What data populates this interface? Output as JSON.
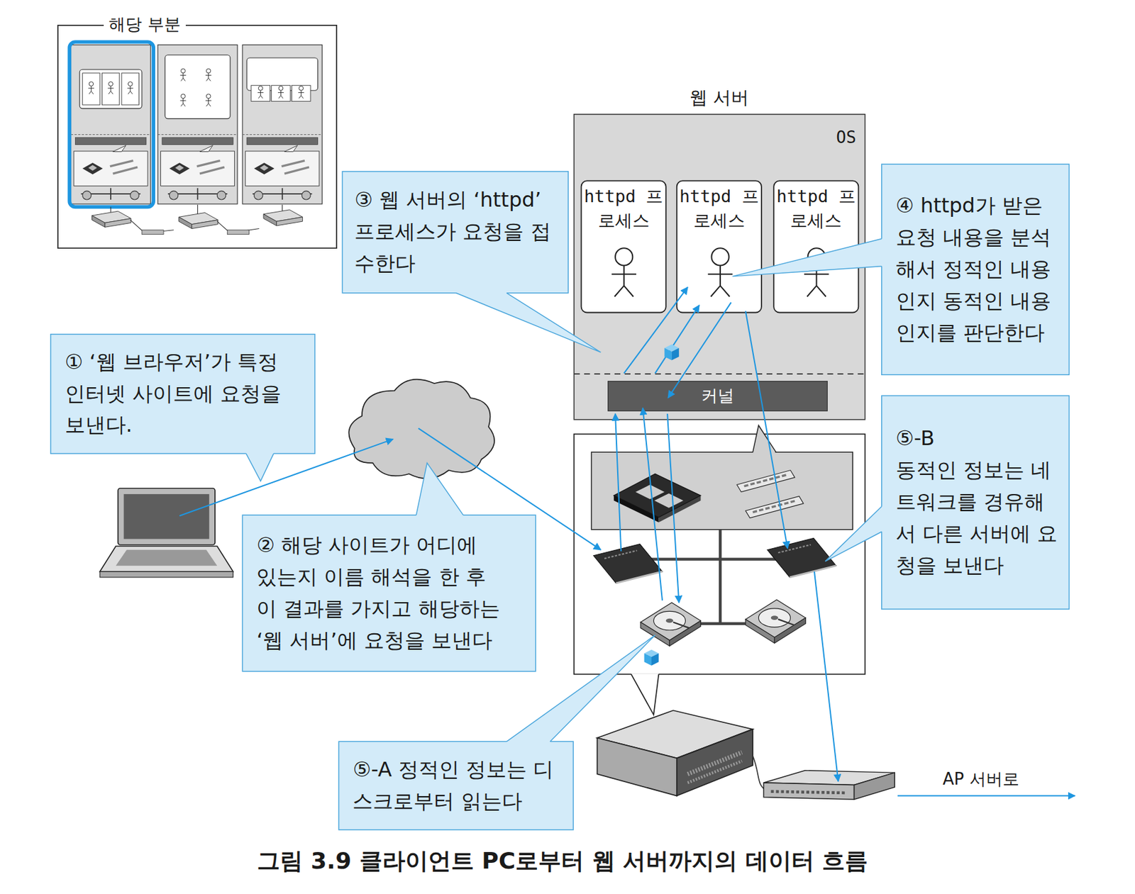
{
  "diagram": {
    "caption": "그림 3.9 클라이언트 PC로부터 웹 서버까지의 데이터 흐름",
    "nodes": [
      {
        "text": [
          "웹 서버",
          "OS"
        ]
      },
      {
        "text": [
          "httpd 프로세스"
        ],
        "in": 0
      },
      {
        "text": [
          "httpd 프로세스"
        ],
        "in": 0
      },
      {
        "text": [
          "httpd 프로세스"
        ],
        "in": 0
      },
      {
        "text": [
          "커널"
        ],
        "in": 0
      },
      {
        "text": [
          "③ 웹 서버의 ‘httpd’ 프로세스가 요청을 접수한다"
        ]
      },
      {
        "text": [
          "④ httpd가 받은 요청 내용을 분석해서 정적인 내용인지 동적인 내용인지를 판단한다"
        ]
      },
      {
        "text": [
          "① ‘웹 브라우저’가 특정 인터넷 사이트에 요청을 보낸다."
        ]
      },
      {
        "text": [
          "⑤-B",
          "동적인 정보는 네트워크를 경유해서 다른 서버에 요청을 보낸다"
        ]
      },
      {
        "text": [
          "② 해당 사이트가 어디에 있는지 이름 해석을 한 후 이 결과를 가지고 해당하는 ‘웹 서버’에 요청을 보낸다"
        ]
      },
      {
        "text": [
          "⑤-A 정적인 정보는 디스크로부터 읽는다"
        ]
      }
    ],
    "labels": [
      "해당 부분",
      "AP 서버로"
    ]
  }
}
